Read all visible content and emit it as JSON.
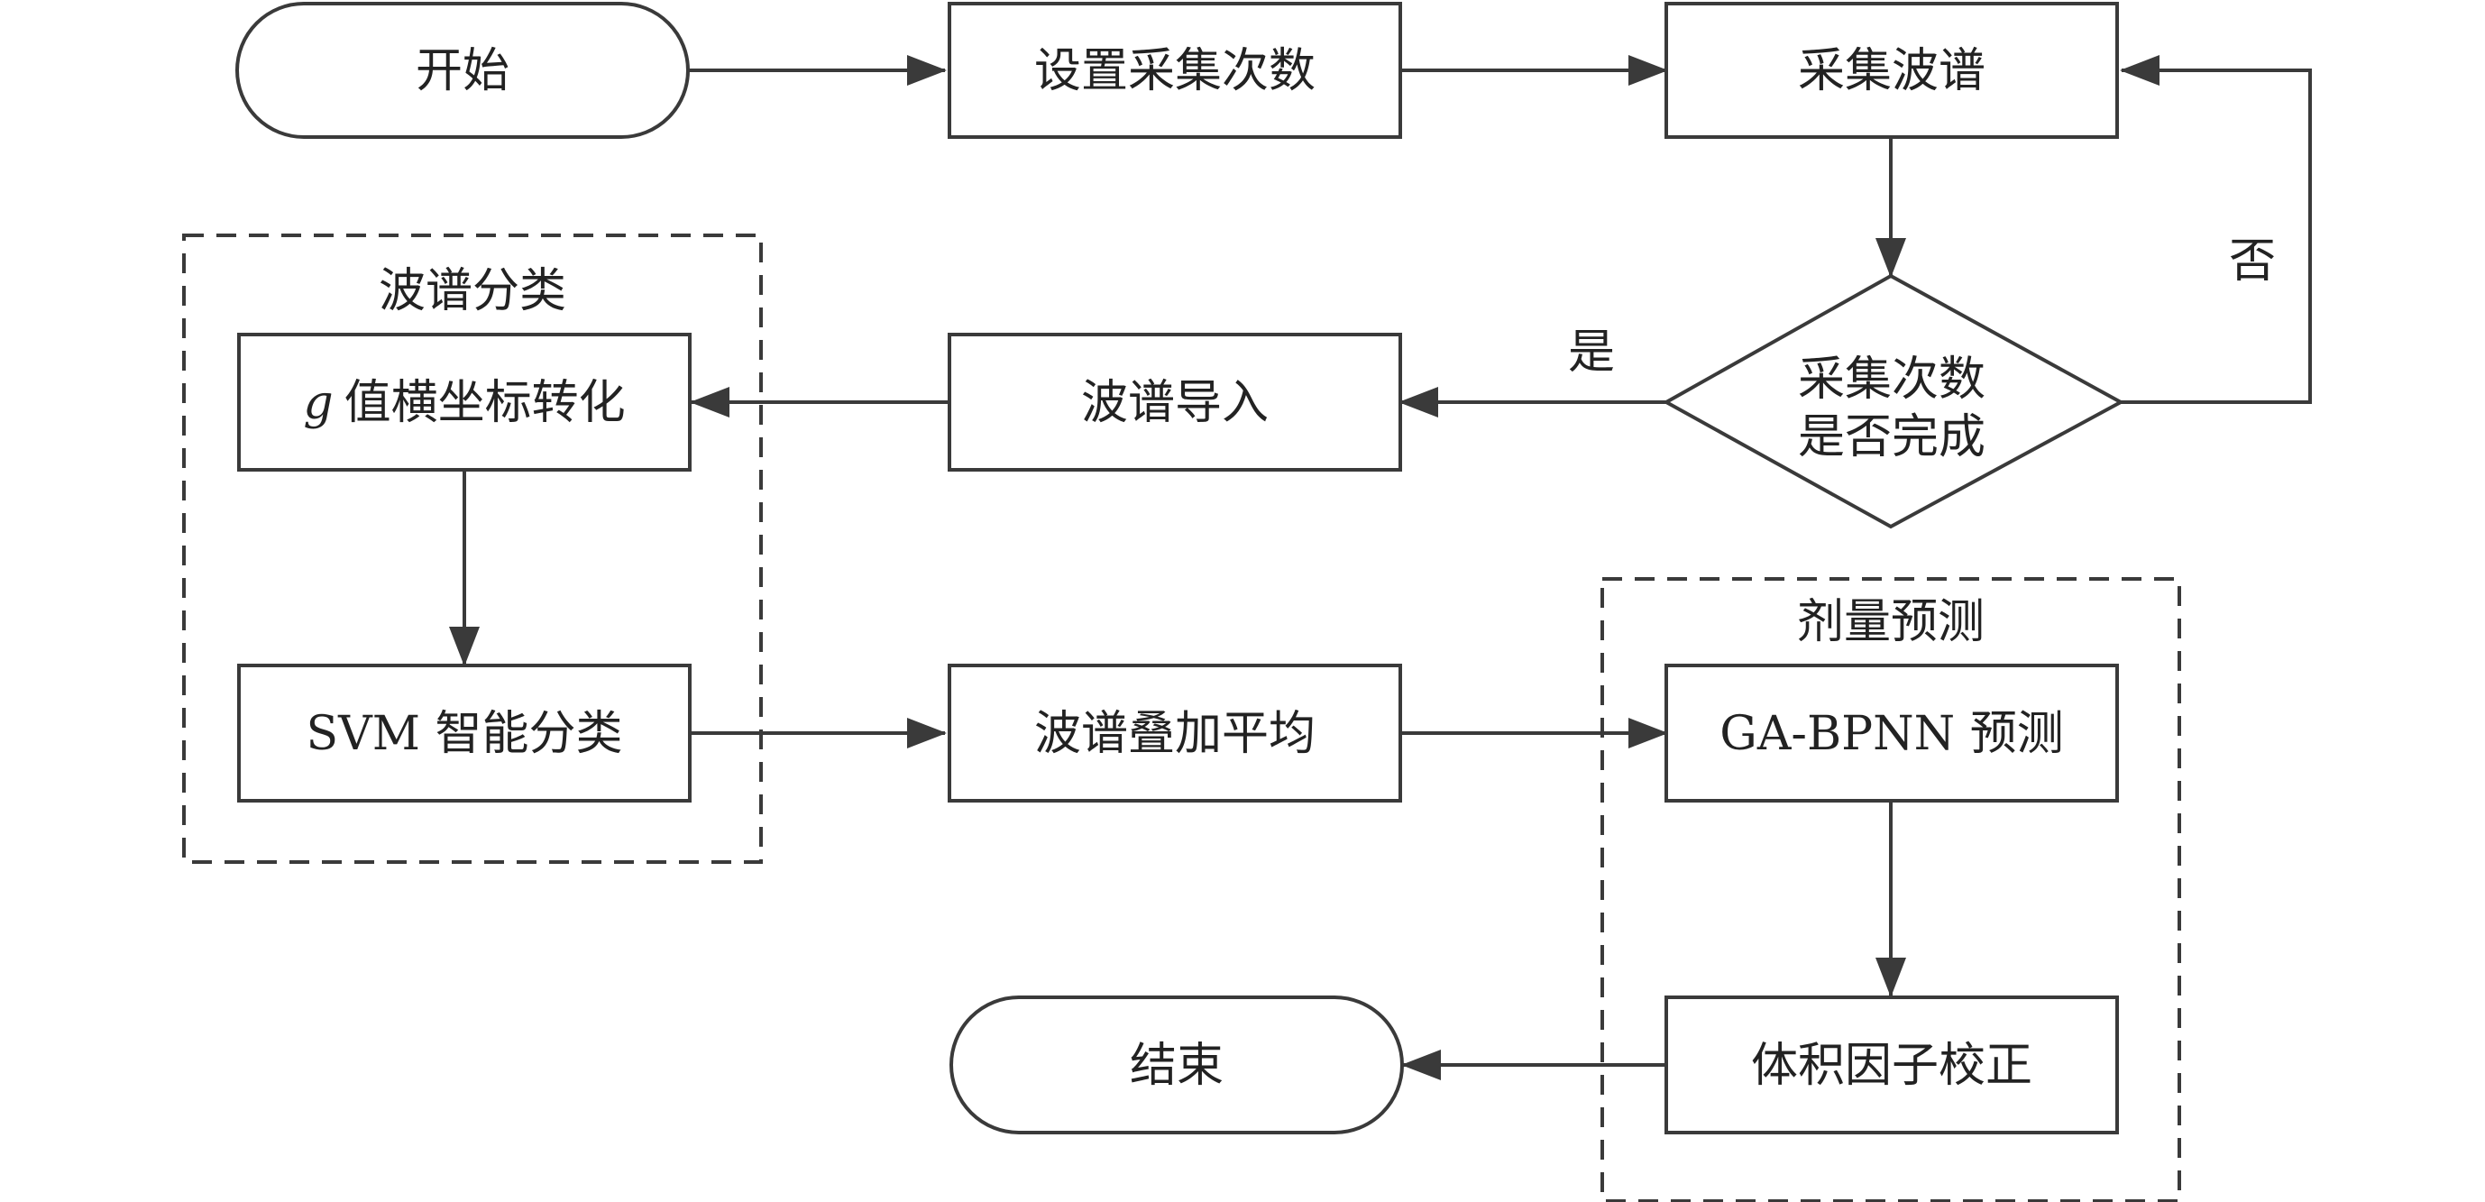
{
  "diagram": {
    "nodes": {
      "start": "开始",
      "set_count": "设置采集次数",
      "collect": "采集波谱",
      "decision_line1": "采集次数",
      "decision_line2": "是否完成",
      "import": "波谱导入",
      "g_convert_var": "g",
      "g_convert_rest": "值横坐标转化",
      "svm": "SVM 智能分类",
      "average": "波谱叠加平均",
      "gabpnn": "GA-BPNN 预测",
      "volume": "体积因子校正",
      "end": "结束"
    },
    "groups": {
      "classification": "波谱分类",
      "dose": "剂量预测"
    },
    "edge_labels": {
      "yes": "是",
      "no": "否"
    },
    "colors": {
      "stroke": "#3a3a3a",
      "text": "#222222"
    }
  }
}
